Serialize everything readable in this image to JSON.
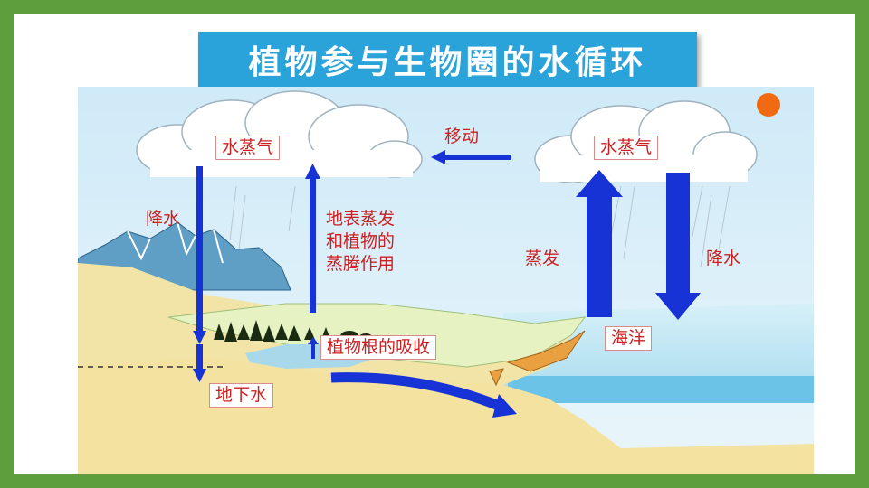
{
  "title": "植物参与生物圈的水循环",
  "labels": {
    "vapor_left": "水蒸气",
    "vapor_right": "水蒸气",
    "move": "移动",
    "precip_left": "降水",
    "evap_transpiration_line1": "地表蒸发",
    "evap_transpiration_line2": "和植物的",
    "evap_transpiration_line3": "蒸腾作用",
    "evaporation": "蒸发",
    "precip_right": "降水",
    "ocean": "海洋",
    "root_absorption": "植物根的吸收",
    "groundwater": "地下水"
  },
  "colors": {
    "frame": "#5f9e3d",
    "title_bg": "#29a3da",
    "arrow": "#1733d6",
    "label_text": "#cc1f1f",
    "sky": "#dff1fa",
    "sea": "#b8e2f2",
    "ground": "#f1e4a6",
    "land": "#e9f0ae",
    "sun": "#f06a14"
  }
}
